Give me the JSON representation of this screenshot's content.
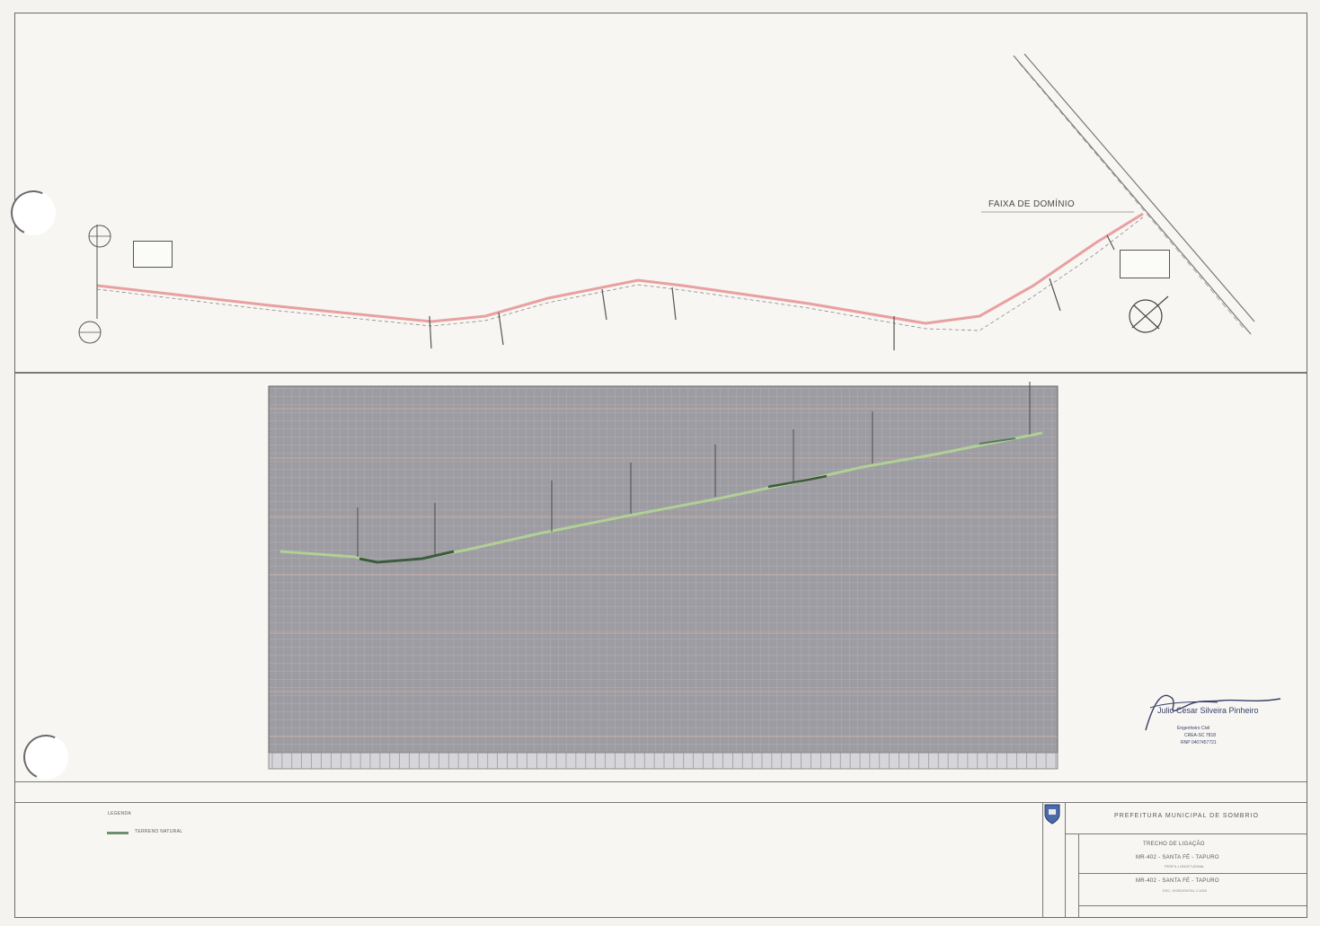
{
  "plan": {
    "faixa_label": "FAIXA DE DOMÍNIO"
  },
  "signature": {
    "name": "Julio Cesar Silveira Pinheiro",
    "role": "Engenheiro Civil",
    "crea": "CREA-SC 7818",
    "rnp": "RNP 0407457721"
  },
  "legend": {
    "title": "LEGENDA",
    "item": "TERRENO NATURAL"
  },
  "title_block": {
    "prefeitura": "PREFEITURA MUNICIPAL DE SOMBRIO",
    "project_title": "TRECHO DE LIGAÇÃO",
    "line1": "MR-402 - SANTA FÉ - TAPURO",
    "line1_sub": "PERFIL LONGITUDINAL",
    "line2": "MR-402 - SANTA FÉ - TAPURO",
    "line2_sub": "ESC. HORIZONTAL 1:1000"
  },
  "colors": {
    "route": "#e8a0a0",
    "profile_dark": "#3c5a3c",
    "profile_light": "#a8c890",
    "grid_bg": "#9a9aa0",
    "grid_line": "#bebec2",
    "grid_band": "#c8a8a0"
  }
}
